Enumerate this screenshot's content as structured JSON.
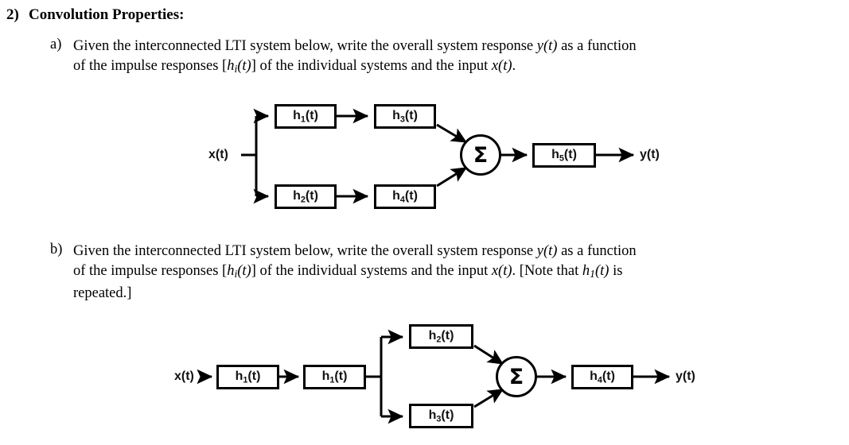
{
  "question": {
    "number": "2)",
    "title": "Convolution Properties:",
    "parts": [
      {
        "marker": "a)",
        "line1_a": "Given the interconnected LTI system below, write the overall system response ",
        "line1_em1": "y(t)",
        "line1_b": " as a function",
        "line2_a": "of the impulse responses [",
        "line2_h": "h",
        "line2_hsub": "i",
        "line2_ht": "(t)",
        "line2_b": "] of the individual systems and the input ",
        "line2_em": "x(t)",
        "line2_c": "."
      },
      {
        "marker": "b)",
        "line1_a": "Given the interconnected LTI system below, write the overall system response ",
        "line1_em1": "y(t)",
        "line1_b": " as a function",
        "line2_a": "of the impulse responses [",
        "line2_h": "h",
        "line2_hsub": "i",
        "line2_ht": "(t)",
        "line2_b": "] of the individual systems and the input ",
        "line2_em": "x(t)",
        "line2_c": ".  [Note that ",
        "line2_em2_h": "h",
        "line2_em2_sub": "1",
        "line2_em2_t": "(t)",
        "line2_d": " is",
        "line3": "repeated.]"
      }
    ]
  },
  "diagram_a": {
    "input_label": "x(t)",
    "output_label": "y(t)",
    "sum_symbol": "Σ",
    "blocks": [
      {
        "name": "h1",
        "base": "h",
        "sub": "1",
        "tail": "(t)"
      },
      {
        "name": "h3",
        "base": "h",
        "sub": "3",
        "tail": "(t)"
      },
      {
        "name": "h2",
        "base": "h",
        "sub": "2",
        "tail": "(t)"
      },
      {
        "name": "h4",
        "base": "h",
        "sub": "4",
        "tail": "(t)"
      },
      {
        "name": "h5",
        "base": "h",
        "sub": "5",
        "tail": "(t)"
      }
    ]
  },
  "diagram_b": {
    "input_label": "x(t)",
    "output_label": "y(t)",
    "sum_symbol": "Σ",
    "blocks": [
      {
        "name": "h1-first",
        "base": "h",
        "sub": "1",
        "tail": "(t)"
      },
      {
        "name": "h1-second",
        "base": "h",
        "sub": "1",
        "tail": "(t)"
      },
      {
        "name": "h2",
        "base": "h",
        "sub": "2",
        "tail": "(t)"
      },
      {
        "name": "h3",
        "base": "h",
        "sub": "3",
        "tail": "(t)"
      },
      {
        "name": "h4",
        "base": "h",
        "sub": "4",
        "tail": "(t)"
      }
    ]
  },
  "colors": {
    "ink": "#000000",
    "page": "#ffffff",
    "block_text": "#111111"
  }
}
